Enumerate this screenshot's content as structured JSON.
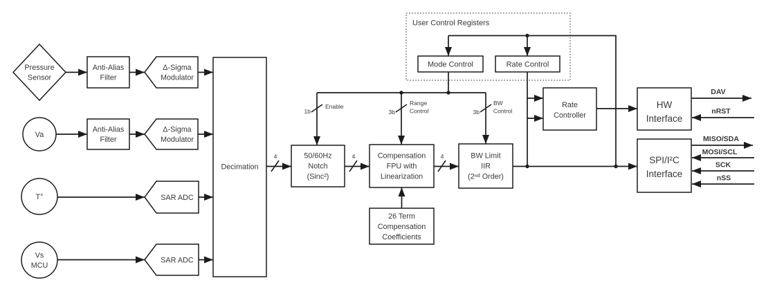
{
  "colors": {
    "line": "#1c1c1c",
    "text": "#383838",
    "background": "#ffffff"
  },
  "sources": {
    "pressure": {
      "line1": "Pressure",
      "line2": "Sensor"
    },
    "va": {
      "label": "Va"
    },
    "temperature": {
      "label": "T°"
    },
    "vs_mcu": {
      "line1": "Vs",
      "line2": "MCU"
    }
  },
  "blocks": {
    "anti_alias_filter_1": {
      "line1": "Anti-Alias",
      "line2": "Filter"
    },
    "anti_alias_filter_2": {
      "line1": "Anti-Alias",
      "line2": "Filter"
    },
    "delta_sigma_1": {
      "line1": "Δ-Sigma",
      "line2": "Modulator"
    },
    "delta_sigma_2": {
      "line1": "Δ-Sigma",
      "line2": "Modulator"
    },
    "sar_adc_1": {
      "label": "SAR ADC"
    },
    "sar_adc_2": {
      "label": "SAR ADC"
    },
    "decimation": {
      "label": "Decimation"
    },
    "notch": {
      "line1": "50/60Hz",
      "line2": "Notch",
      "line3": "(Sinc²)"
    },
    "compensation": {
      "line1": "Compensation",
      "line2": "FPU with",
      "line3": "Linearization"
    },
    "bw_limit": {
      "line1": "BW Limit",
      "line2": "IIR",
      "line3": "(2ⁿᵈ Order)"
    },
    "coefficients": {
      "line1": "26 Term",
      "line2": "Compensation",
      "line3": "Coefficients"
    },
    "user_control_registers": {
      "title": "User Control Registers"
    },
    "mode_control": {
      "label": "Mode Control"
    },
    "rate_control": {
      "label": "Rate Control"
    },
    "rate_controller": {
      "line1": "Rate",
      "line2": "Controller"
    },
    "hw_interface": {
      "line1": "HW",
      "line2": "Interface"
    },
    "spi_interface": {
      "line1": "SPI/I²C",
      "line2": "Interface"
    }
  },
  "bus_labels": {
    "enable_width": "1b",
    "enable_name": "Enable",
    "range_width": "3b",
    "range_name_1": "Range",
    "range_name_2": "Control",
    "bw_width": "3b",
    "bw_name_1": "BW",
    "bw_name_2": "Control",
    "width4_a": "4",
    "width4_b": "4",
    "width4_c": "4"
  },
  "signals": {
    "dav": "DAV",
    "nrst": "nRST",
    "miso_sda": "MISO/SDA",
    "mosi_scl": "MOSI/SCL",
    "sck": "SCK",
    "nss": "nSS"
  }
}
